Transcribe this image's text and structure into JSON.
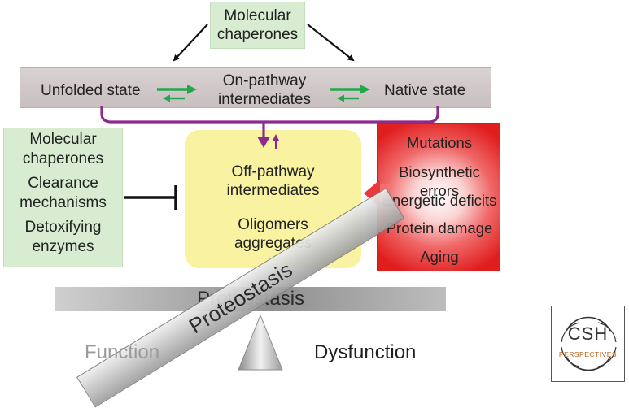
{
  "top": {
    "chaperones": [
      "Molecular",
      "chaperones"
    ]
  },
  "pathway": {
    "unfolded": "Unfolded state",
    "on_pathway": [
      "On-pathway",
      "intermediates"
    ],
    "native": "Native state"
  },
  "left_box": {
    "lines": [
      "Molecular",
      "chaperones",
      "Clearance",
      "mechanisms",
      "Detoxifying",
      "enzymes"
    ]
  },
  "center_box": {
    "off_pathway": [
      "Off-pathway",
      "intermediates"
    ],
    "oligomers": [
      "Oligomers",
      "aggregates"
    ]
  },
  "red_box": {
    "items": [
      "Mutations",
      "Biosynthetic errors",
      "Energetic deficits",
      "Protein damage",
      "Aging"
    ]
  },
  "balance": {
    "bar_label": "Proteostasis",
    "tilted_label": "Proteostasis",
    "left_label": "Function",
    "right_label": "Dysfunction"
  },
  "logo": {
    "name": "CSH",
    "subtitle": "PERSPECTIVES"
  },
  "colors": {
    "green_box": "#d8ecd2",
    "arrow_green": "#22a84a",
    "arrow_purple": "#8e2a8b",
    "yellow_box": "#f8f2a1",
    "red": "#e01e1e"
  }
}
